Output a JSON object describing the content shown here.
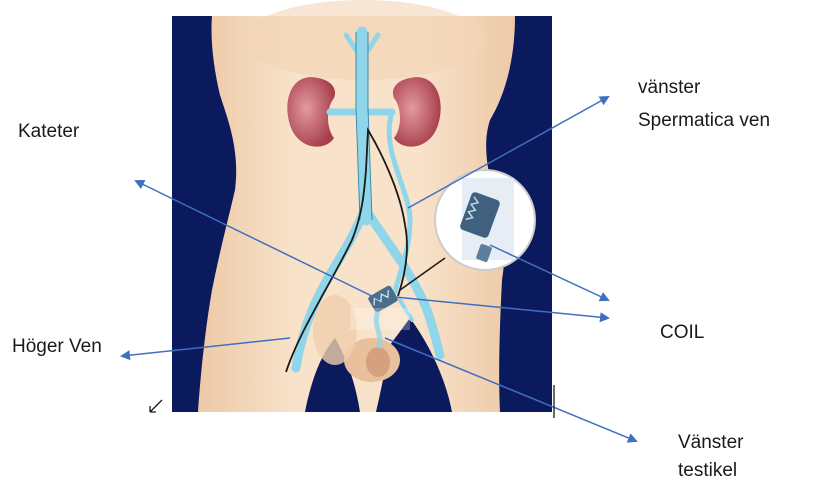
{
  "labels": {
    "kateter": "Kateter",
    "left_vein_line1": "vänster",
    "left_vein_line2": "Spermatica ven",
    "right_vein": "Höger Ven",
    "coil": "COIL",
    "left_testicle_line1": "Vänster",
    "left_testicle_line2": "testikel"
  },
  "colors": {
    "background_panel": "#0b1a5c",
    "skin": "#f6dcc1",
    "kidney": "#b9525d",
    "vein": "#8fd6ea",
    "arrow": "#3f6fbf",
    "catheter": "#1a1a1a"
  }
}
